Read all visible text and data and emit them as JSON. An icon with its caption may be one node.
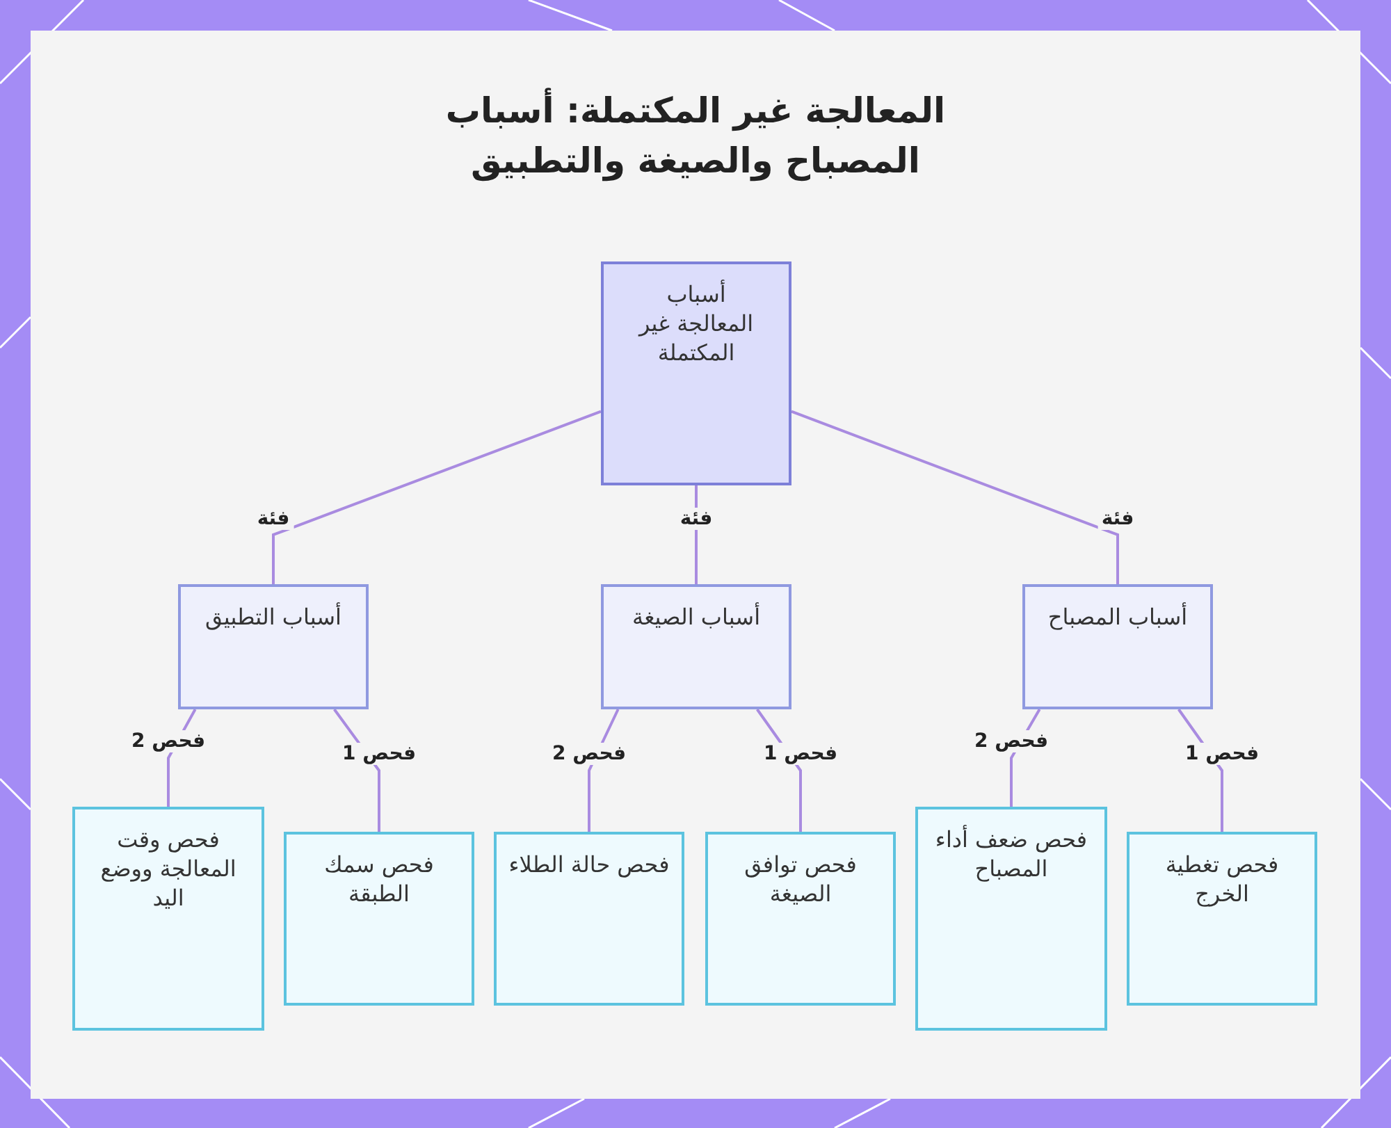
{
  "diagram": {
    "title": "المعالجة غير المكتملة: أسباب المصباح والصيغة والتطبيق",
    "nodes": [
      {
        "text": [
          "أسباب المعالجة غير المكتملة"
        ]
      },
      {
        "text": [
          "أسباب التطبيق"
        ]
      },
      {
        "text": [
          "أسباب الصيغة"
        ]
      },
      {
        "text": [
          "أسباب المصباح"
        ]
      },
      {
        "text": [
          "فحص وقت المعالجة ووضع اليد"
        ]
      },
      {
        "text": [
          "فحص سمك الطبقة"
        ]
      },
      {
        "text": [
          "فحص حالة الطلاء"
        ]
      },
      {
        "text": [
          "فحص توافق الصيغة"
        ]
      },
      {
        "text": [
          "فحص ضعف أداء المصباح"
        ]
      },
      {
        "text": [
          "فحص تغطية الخرج"
        ]
      }
    ],
    "edges": [
      {
        "from": 0,
        "to": 1,
        "arrow": "none",
        "label": "فئة"
      },
      {
        "from": 0,
        "to": 2,
        "arrow": "none",
        "label": "فئة"
      },
      {
        "from": 0,
        "to": 3,
        "arrow": "none",
        "label": "فئة"
      },
      {
        "from": 1,
        "to": 4,
        "arrow": "none",
        "label": "فحص 2"
      },
      {
        "from": 1,
        "to": 5,
        "arrow": "none",
        "label": "فحص 1"
      },
      {
        "from": 2,
        "to": 6,
        "arrow": "none",
        "label": "فحص 2"
      },
      {
        "from": 2,
        "to": 7,
        "arrow": "none",
        "label": "فحص 1"
      },
      {
        "from": 3,
        "to": 8,
        "arrow": "none",
        "label": "فحص 2"
      },
      {
        "from": 3,
        "to": 9,
        "arrow": "none",
        "label": "فحص 1"
      }
    ]
  }
}
